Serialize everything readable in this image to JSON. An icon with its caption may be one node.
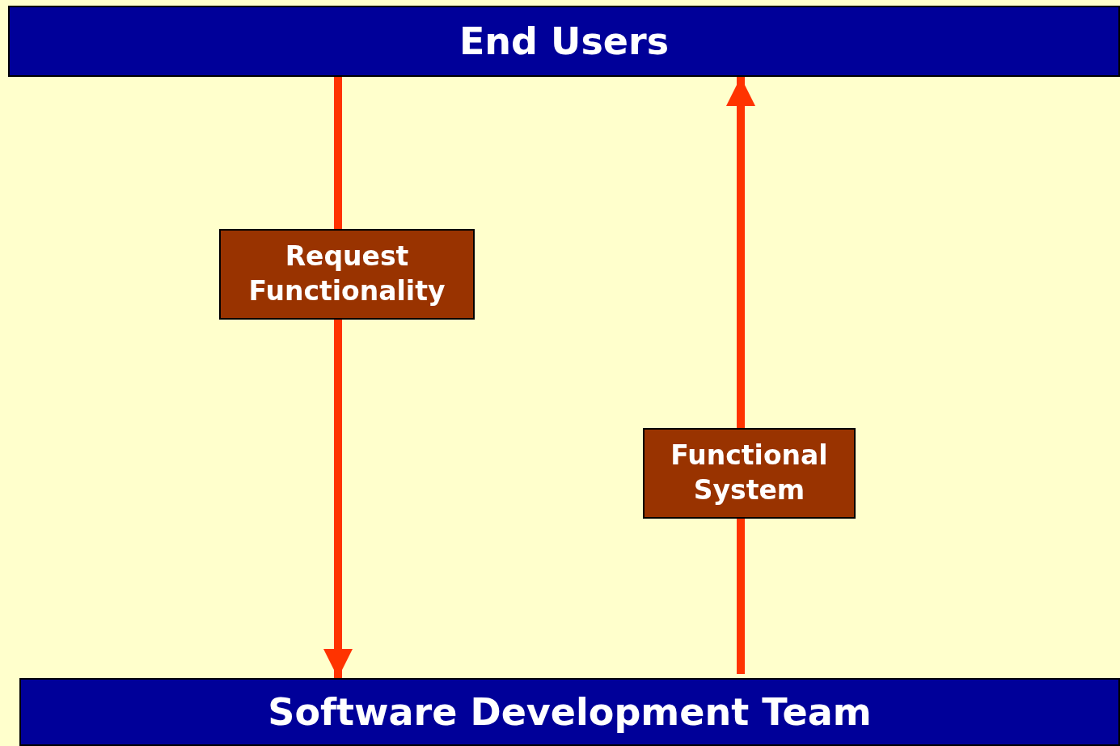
{
  "diagram": {
    "nodes": [
      {
        "text": [
          "End Users"
        ]
      },
      {
        "text": [
          "Software Development Team"
        ]
      },
      {
        "text": [
          "Request Functionality"
        ]
      },
      {
        "text": [
          "Functional System"
        ]
      }
    ],
    "edges": [
      {
        "from": 0,
        "to": 2,
        "arrow": "none"
      },
      {
        "from": 2,
        "to": 1,
        "arrow": "to"
      },
      {
        "from": 1,
        "to": 3,
        "arrow": "none"
      },
      {
        "from": 3,
        "to": 0,
        "arrow": "to"
      }
    ]
  }
}
